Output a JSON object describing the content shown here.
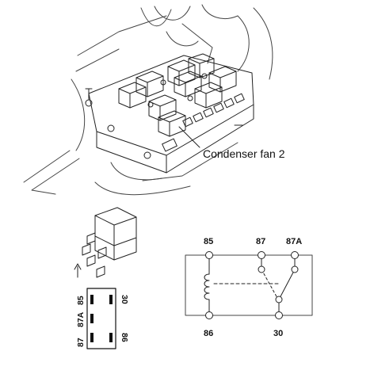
{
  "figure": {
    "callout_label": "Condenser fan 2",
    "relay_pinout": {
      "left_labels": [
        "87",
        "87A",
        "85"
      ],
      "right_labels": [
        "30",
        "86"
      ]
    },
    "schematic": {
      "top_terminals": [
        "85",
        "87",
        "87A"
      ],
      "bottom_terminals": [
        "86",
        "30"
      ]
    }
  }
}
